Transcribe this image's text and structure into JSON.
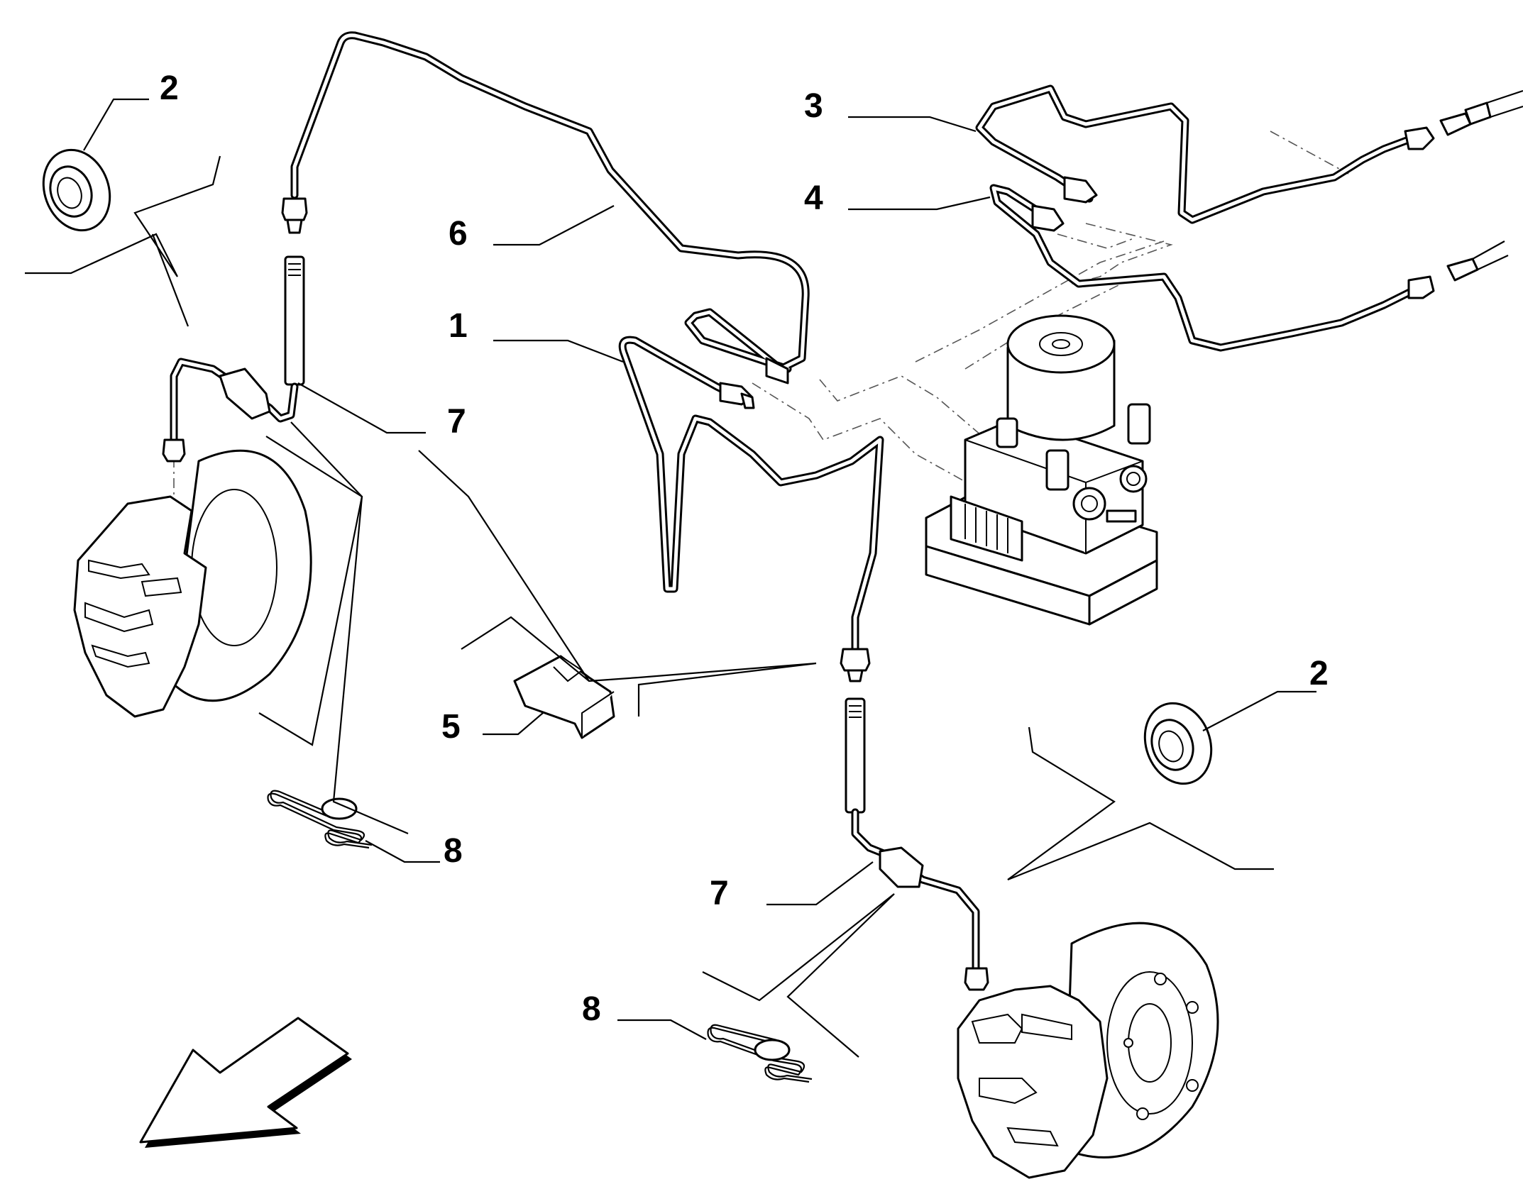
{
  "diagram": {
    "callouts": {
      "c1": "1",
      "c2a": "2",
      "c2b": "2",
      "c3": "3",
      "c4": "4",
      "c5": "5",
      "c6": "6",
      "c7a": "7",
      "c7b": "7",
      "c8a": "8",
      "c8b": "8"
    },
    "icons": {
      "direction": "arrow-down-left-icon"
    }
  }
}
